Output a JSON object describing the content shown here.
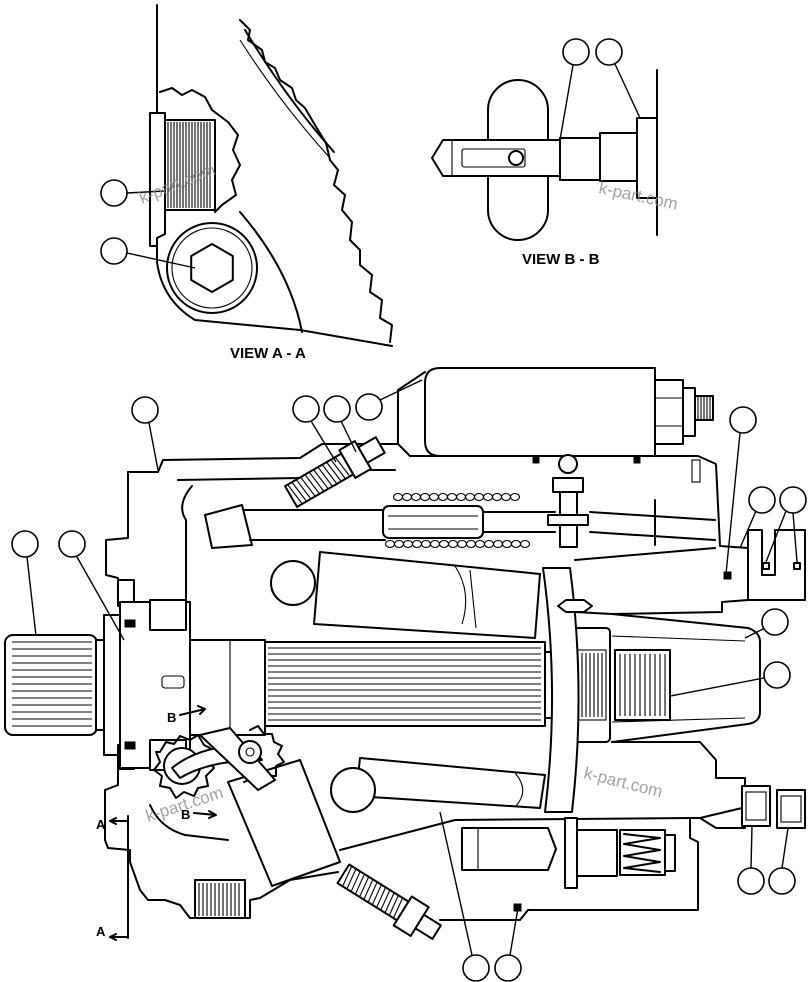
{
  "views": {
    "view_a_title": "VIEW A - A",
    "view_b_title": "VIEW B - B"
  },
  "section_markers": {
    "a_upper": "A",
    "a_lower": "A",
    "b_upper": "B",
    "b_lower": "B"
  },
  "watermark": "k-part.com",
  "colors": {
    "line": "#000000",
    "background": "#ffffff",
    "watermark": "#8c8c8c"
  }
}
